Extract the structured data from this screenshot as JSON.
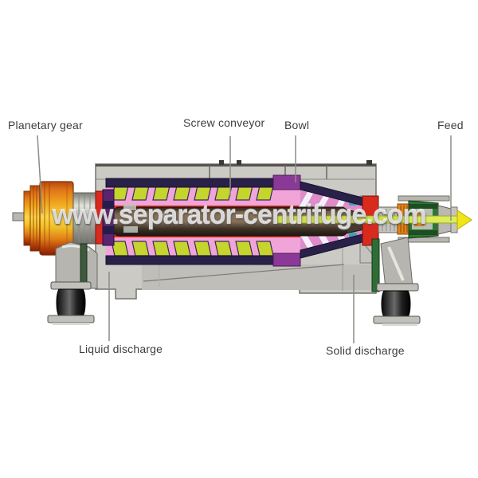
{
  "diagram": {
    "watermark": "www.separator-centrifuge.com",
    "labels": {
      "planetary_gear": "Planetary gear",
      "screw_conveyor": "Screw conveyor",
      "bowl": "Bowl",
      "feed": "Feed",
      "liquid_discharge": "Liquid discharge",
      "solid_discharge": "Solid discharge"
    },
    "colors": {
      "background": "#ffffff",
      "label_text": "#3d3d3d",
      "leader_line": "#8c8c86",
      "casing_gray": "#cbcac4",
      "gear_orange": "#f0a81e",
      "bowl_navy": "#2a2148",
      "bowl_purple": "#8a3a96",
      "flight_green": "#c6d42e",
      "band_pink": "#f0a4d8",
      "bowl_red": "#e42e20",
      "feed_housing_green": "#2e7634",
      "feed_coil_orange": "#e08418",
      "feed_tube_yellow": "#cede4e",
      "feed_arrow_yellow": "#f0e616",
      "mount_black": "#141414",
      "watermark_white": "#ffffff"
    }
  }
}
